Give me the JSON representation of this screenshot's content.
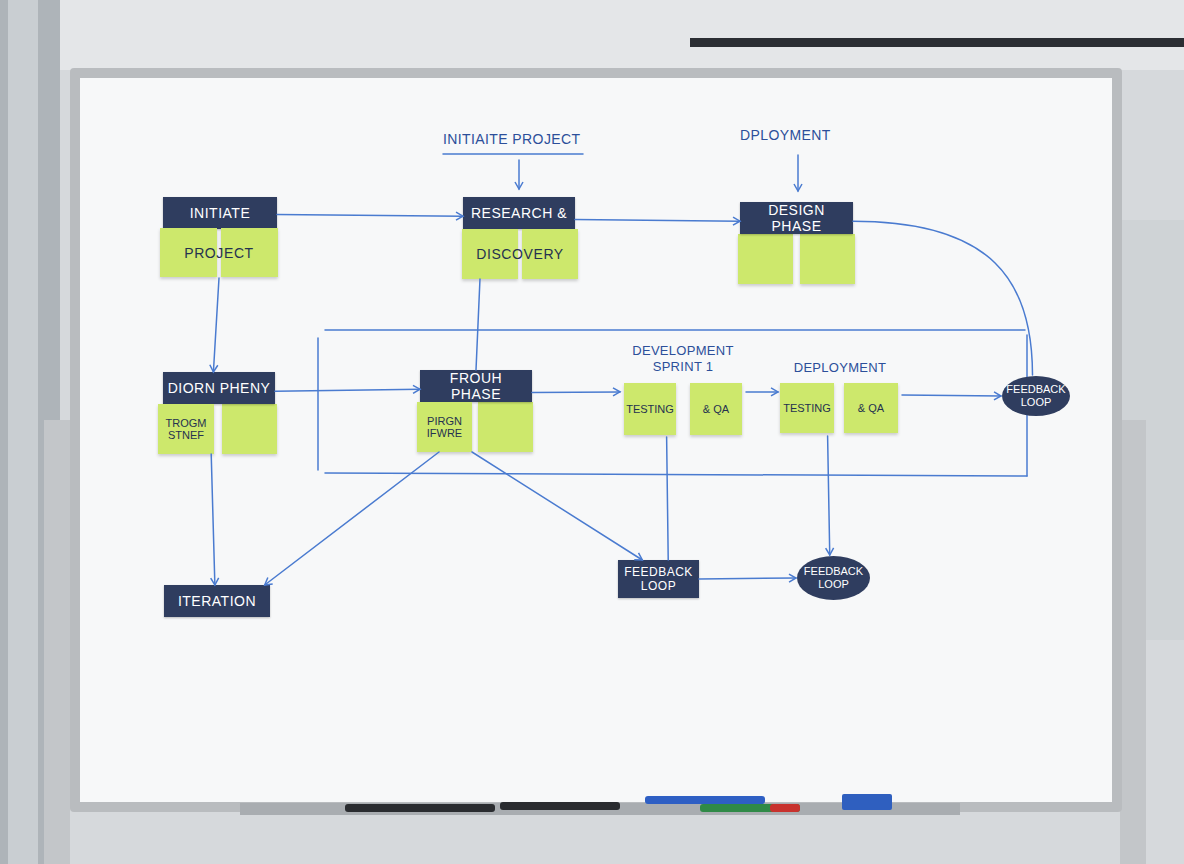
{
  "diagram": {
    "nodes": [
      {
        "text": [
          "INITIATE"
        ]
      },
      {
        "text": [
          "PROJECT"
        ]
      },
      {
        "text": [
          "RESEARCH &"
        ]
      },
      {
        "text": [
          "DISCOVERY"
        ]
      },
      {
        "text": [
          "DESIGN PHASE"
        ]
      },
      {
        "text": [
          "DIORN PHENY"
        ]
      },
      {
        "text": [
          "TROGM STNEF"
        ]
      },
      {
        "text": [
          "FROUH PHASE"
        ]
      },
      {
        "text": [
          "PIRGN IFWRE"
        ]
      },
      {
        "text": [
          "DEVELOPMENT SPRINT 1",
          "TESTING",
          "& QA"
        ]
      },
      {
        "text": [
          "DEPLOYMENT",
          "TESTING",
          "& QA"
        ]
      },
      {
        "text": [
          "FEEDBACK LOOP"
        ]
      },
      {
        "text": [
          "ITERATION"
        ]
      },
      {
        "text": [
          "FEEDBACK LOOP"
        ]
      },
      {
        "text": [
          "FEEDBACK LOOP"
        ]
      }
    ],
    "edges": [
      {
        "from": 0,
        "to": 2,
        "arrow": "to"
      },
      {
        "from": 2,
        "to": 4,
        "arrow": "to"
      },
      {
        "from": 1,
        "to": 5,
        "arrow": "to"
      },
      {
        "from": 5,
        "to": 7,
        "arrow": "to"
      },
      {
        "from": 6,
        "to": 12,
        "arrow": "to"
      },
      {
        "from": 8,
        "to": 12,
        "arrow": "to"
      },
      {
        "from": 8,
        "to": 13,
        "arrow": "to"
      },
      {
        "from": 7,
        "to": 9,
        "arrow": "to"
      },
      {
        "from": 9,
        "to": 10,
        "arrow": "to"
      },
      {
        "from": 10,
        "to": 11,
        "arrow": "to"
      },
      {
        "from": 9,
        "to": 13,
        "arrow": "none"
      },
      {
        "from": 10,
        "to": 14,
        "arrow": "to"
      },
      {
        "from": 13,
        "to": 14,
        "arrow": "to"
      },
      {
        "from": 3,
        "to": 7,
        "arrow": "none"
      },
      {
        "from": 4,
        "to": 11,
        "arrow": "none"
      }
    ],
    "labels": [
      "INITIAITE PROJECT",
      "DPLOYMENT"
    ]
  }
}
